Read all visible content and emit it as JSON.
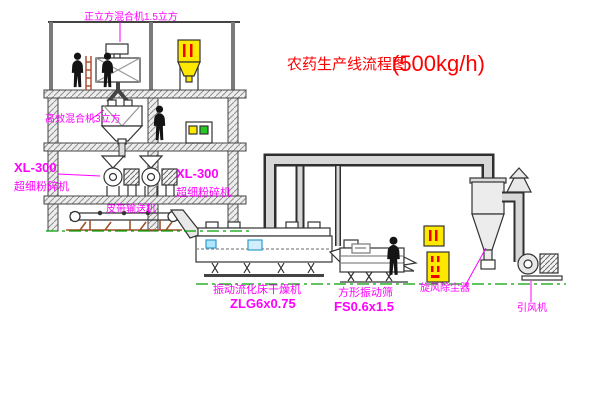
{
  "title": {
    "name": "农药生产线流程图",
    "capacity": "(500kg/h)"
  },
  "equipment_labels": {
    "cube_mixer": "正立方混合机1.5立方",
    "high_efficiency_mixer": "高效混合机3立方",
    "left_mill_model": "XL-300",
    "left_mill_name": "超细粉碎机",
    "mid_mill_model": "XL-300",
    "mid_mill_name": "超细粉碎机",
    "belt_conveyor": "皮带输送机",
    "fluid_bed_dryer": "振动流化床干燥机",
    "fluid_bed_dryer_model": "ZLG6x0.75",
    "vibrating_screen": "方形振动筛",
    "vibrating_screen_model": "FS0.6x1.5",
    "cyclone_dust_collector": "旋风除尘器",
    "induced_draft_fan": "引风机"
  },
  "colors": {
    "label_magenta": "#ff00ff",
    "title_red": "#ff0000",
    "structure_gray": "#444444",
    "ground_green": "#00a000",
    "cabinet_yellow": "#ffe800",
    "support_brown": "#a0522d"
  }
}
